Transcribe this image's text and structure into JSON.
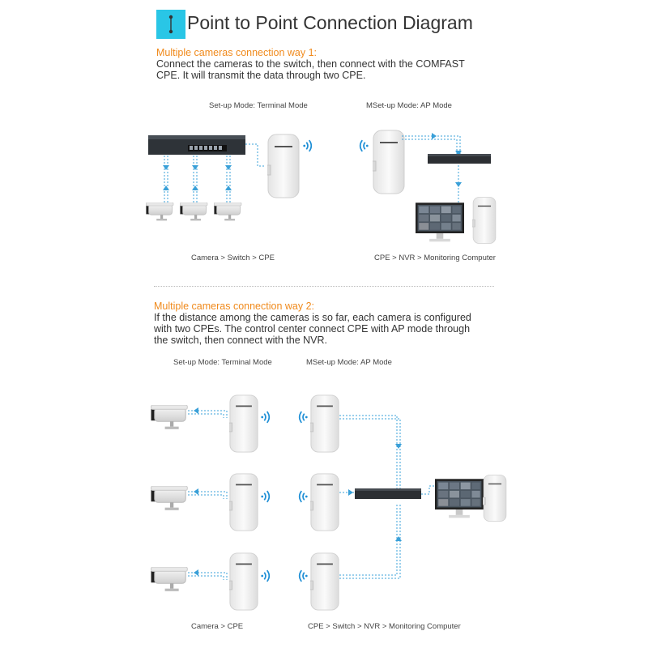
{
  "title": "Point to Point Connection Diagram",
  "section1": {
    "heading": "Multiple cameras connection way 1:",
    "line1": "Connect the cameras to the switch, then connect with the COMFAST",
    "line2": "CPE. It will transmit the data through two CPE.",
    "mode_left": "Set-up Mode: Terminal Mode",
    "mode_right": "MSet-up Mode: AP Mode",
    "caption_left": "Camera > Switch > CPE",
    "caption_right": "CPE > NVR > Monitoring Computer"
  },
  "section2": {
    "heading": "Multiple cameras connection way 2:",
    "line1": "If the distance among the cameras is so far, each camera is configured",
    "line2": "with two CPEs. The control center connect CPE with AP mode through",
    "line3": "the switch, then connect with the NVR.",
    "mode_left": "Set-up Mode: Terminal Mode",
    "mode_right": "MSet-up Mode: AP Mode",
    "caption_left": "Camera > CPE",
    "caption_right": "CPE > Switch > NVR > Monitoring Computer"
  },
  "device_brand": "COMFAST",
  "colors": {
    "accent": "#29c6e6",
    "heading": "#f08a1c",
    "wifi": "#1e8fd6",
    "link": "#3aa0d8"
  }
}
